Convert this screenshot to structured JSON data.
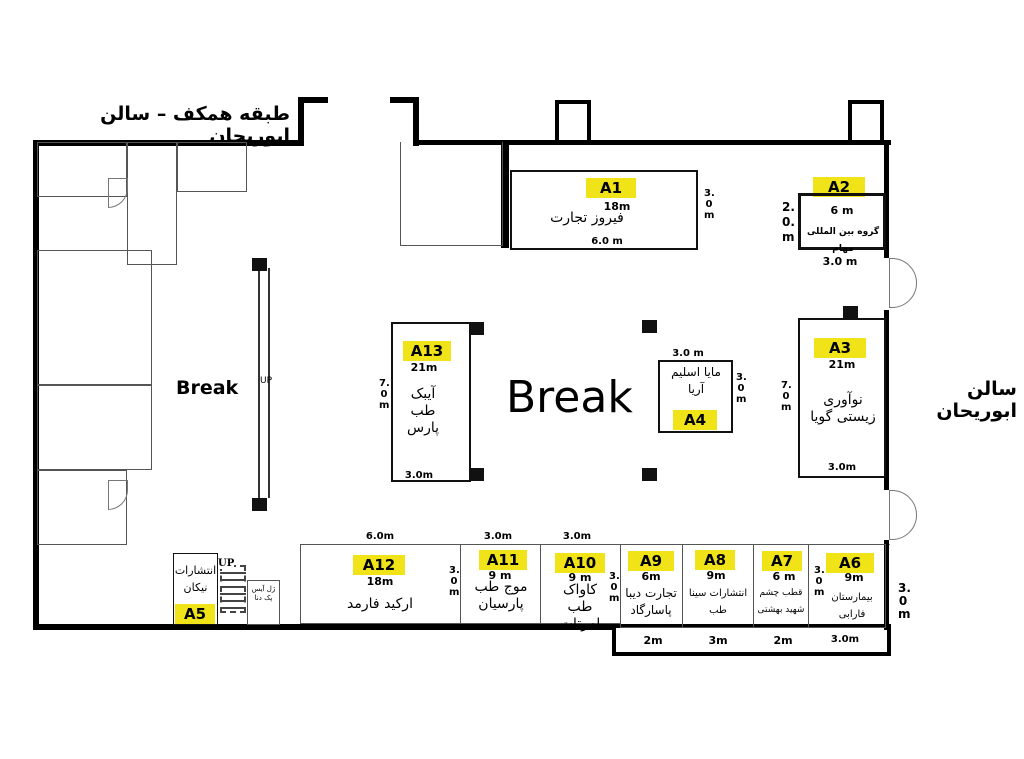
{
  "title": "طبقه همکف – سالن ابوریحان",
  "side_label": "سالن ابوریحان",
  "break_left": "Break",
  "break_center": "Break",
  "up_labels": [
    "UP",
    "UP"
  ],
  "booths": {
    "A1": {
      "id": "A1",
      "area": "18m",
      "name": "فیروز تجارت",
      "width": "6.0 m",
      "depth": "3.0m"
    },
    "A2": {
      "id": "A2",
      "area": "6 m",
      "name": "گروه بین المللی مهام",
      "width": "3.0 m",
      "depth": "2.0.m"
    },
    "A3": {
      "id": "A3",
      "area": "21m",
      "name": "نوآوری زیستی گویا",
      "width": "3.0m",
      "depth": "7.0m"
    },
    "A4": {
      "id": "A4",
      "name": "مایا اسلیم آریا",
      "width": "3.0 m",
      "depth": "3.0m"
    },
    "A5": {
      "id": "A5",
      "name": "انتشارات نیکان"
    },
    "A6": {
      "id": "A6",
      "area": "9m",
      "name": "بیمارستان فارابی",
      "width": "3.0m",
      "depth": "3.0m",
      "depth2": "3.0m"
    },
    "A7": {
      "id": "A7",
      "area": "6 m",
      "name": "قطب چشم شهید بهشتی",
      "width": "2m"
    },
    "A8": {
      "id": "A8",
      "area": "9m",
      "name": "انتشارات سینا طب",
      "width": "3m"
    },
    "A9": {
      "id": "A9",
      "area": "6m",
      "name": "تجارت دیبا پاسارگاد",
      "width": "2m"
    },
    "A10": {
      "id": "A10",
      "area": "9 m",
      "name": "کاواک طب امرتات",
      "width": "3.0m",
      "depth": "3.0m"
    },
    "A11": {
      "id": "A11",
      "area": "9 m",
      "name": "موج طب پارسیان",
      "width": "3.0m",
      "depth": "3.0m"
    },
    "A12": {
      "id": "A12",
      "area": "18m",
      "name": "ارکید فارمد",
      "width": "6.0m"
    },
    "A13": {
      "id": "A13",
      "area": "21m",
      "name": "آیبک طب پارس",
      "width": "3.0m",
      "depth": "7.0m"
    }
  },
  "small_booth": "ژل آیس پک دنا"
}
